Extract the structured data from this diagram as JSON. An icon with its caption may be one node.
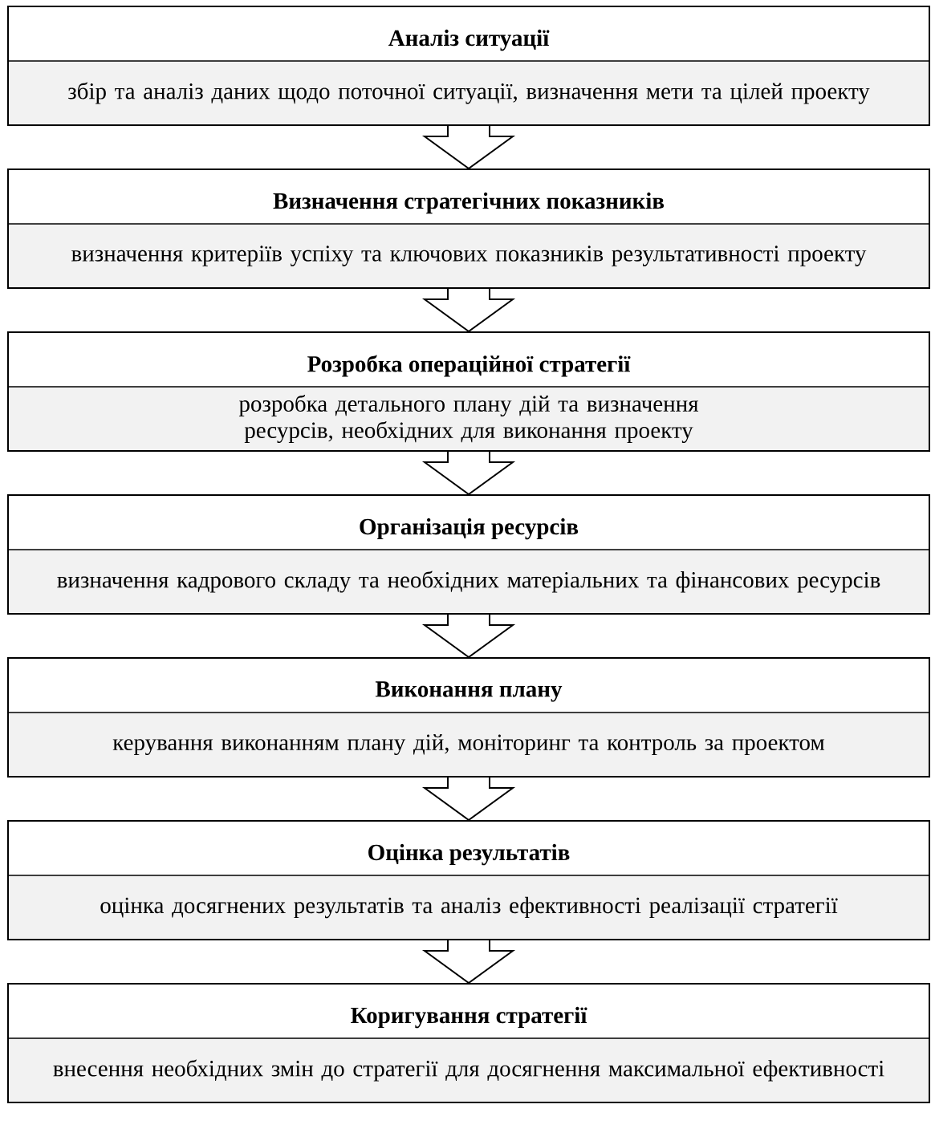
{
  "diagram": {
    "nodes": [
      {
        "text": [
          "Аналіз ситуації",
          "збір та аналіз даних щодо поточної ситуації, визначення мети та цілей проекту"
        ]
      },
      {
        "text": [
          "Визначення стратегічних показників",
          "визначення критеріїв успіху та ключових показників результативності проекту"
        ]
      },
      {
        "text": [
          "Розробка операційної стратегії",
          "розробка детального плану дій та визначення ресурсів, необхідних для виконання проекту"
        ]
      },
      {
        "text": [
          "Організація ресурсів",
          "визначення кадрового складу та необхідних матеріальних та фінансових ресурсів"
        ]
      },
      {
        "text": [
          "Виконання плану",
          "керування виконанням плану дій, моніторинг та контроль за проектом"
        ]
      },
      {
        "text": [
          "Оцінка результатів",
          "оцінка досягнених результатів та аналіз ефективності реалізації стратегії"
        ]
      },
      {
        "text": [
          "Коригування стратегії",
          "внесення необхідних змін до стратегії для досягнення максимальної ефективності"
        ]
      }
    ],
    "edges": [
      {
        "from": 0,
        "to": 1,
        "arrow": "to"
      },
      {
        "from": 1,
        "to": 2,
        "arrow": "to"
      },
      {
        "from": 2,
        "to": 3,
        "arrow": "to"
      },
      {
        "from": 3,
        "to": 4,
        "arrow": "to"
      },
      {
        "from": 4,
        "to": 5,
        "arrow": "to"
      },
      {
        "from": 5,
        "to": 6,
        "arrow": "to"
      }
    ]
  }
}
